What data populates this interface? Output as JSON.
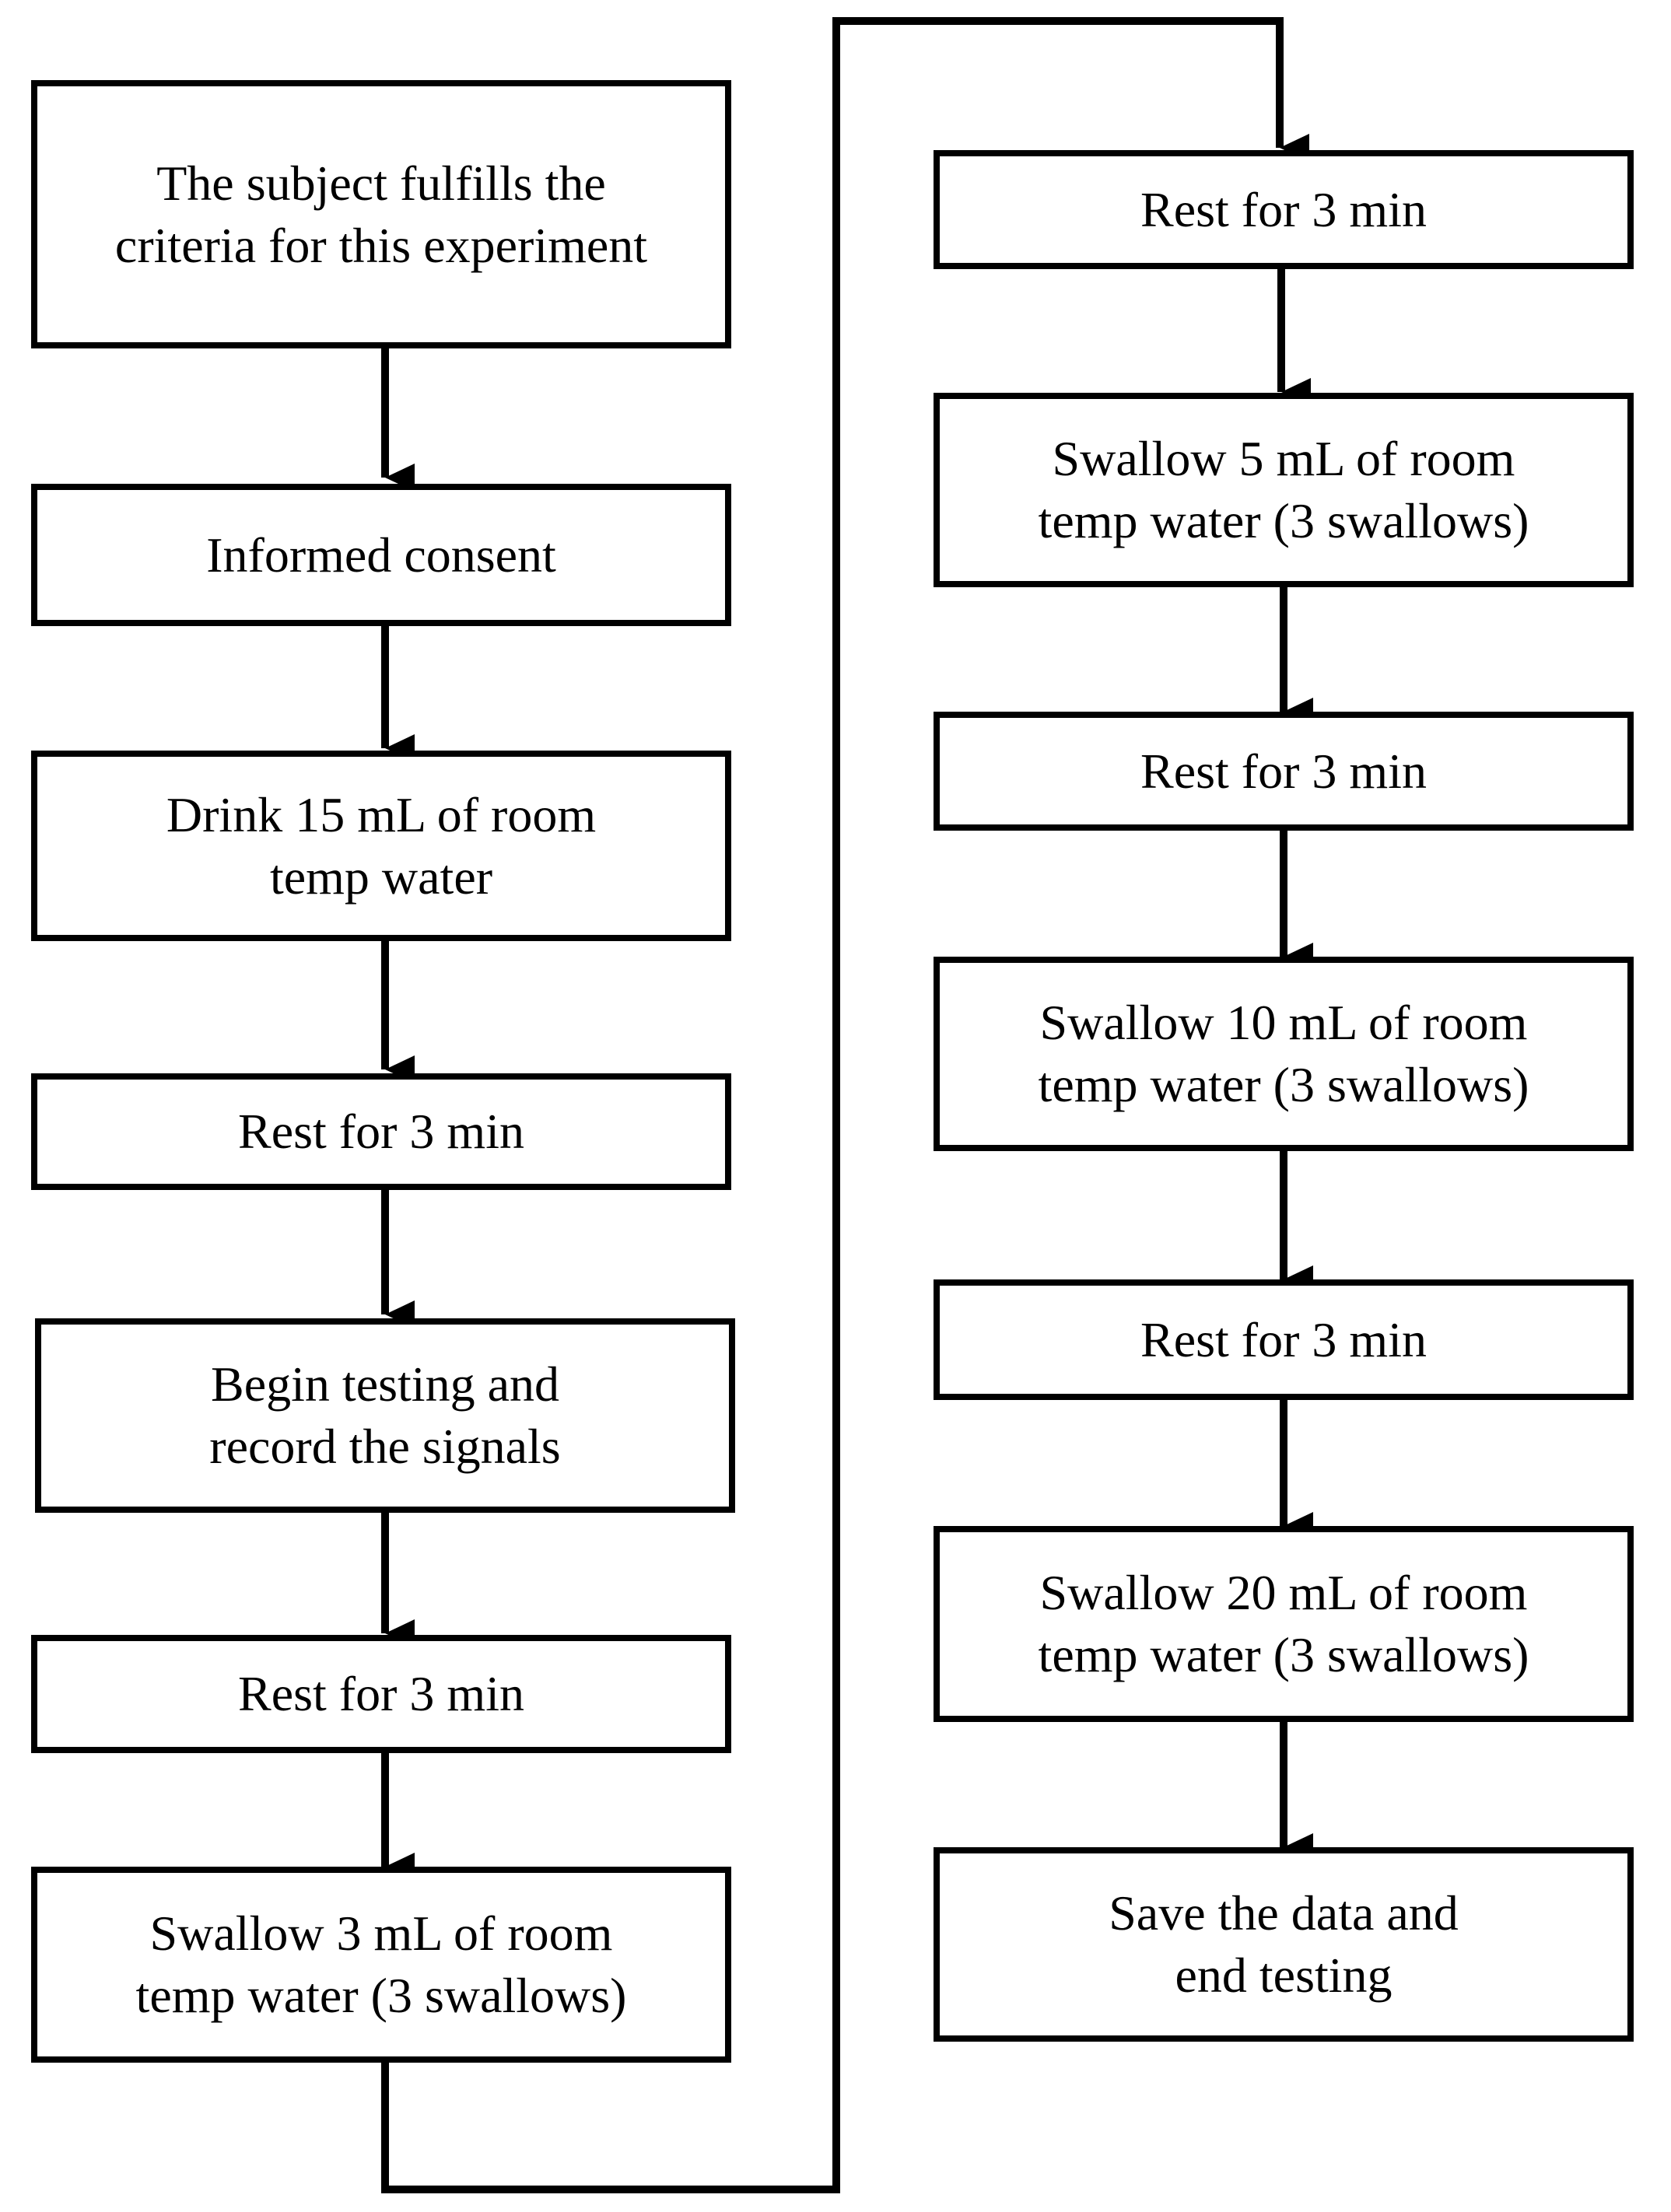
{
  "colors": {
    "stroke": "#000000",
    "box_fill": "#ffffff",
    "text": "#000000",
    "background": "#ffffff"
  },
  "left_column": [
    {
      "lines": [
        "The subject fulfills the",
        "criteria for this experiment"
      ]
    },
    {
      "lines": [
        "Informed consent"
      ]
    },
    {
      "lines": [
        "Drink 15 mL of room",
        "temp water"
      ]
    },
    {
      "lines": [
        "Rest for 3 min"
      ]
    },
    {
      "lines": [
        "Begin testing and",
        "record the signals"
      ]
    },
    {
      "lines": [
        "Rest for 3 min"
      ]
    },
    {
      "lines": [
        "Swallow 3 mL of room",
        "temp water (3 swallows)"
      ]
    }
  ],
  "right_column": [
    {
      "lines": [
        "Rest for 3 min"
      ]
    },
    {
      "lines": [
        "Swallow 5 mL of room",
        "temp water (3 swallows)"
      ]
    },
    {
      "lines": [
        "Rest for 3 min"
      ]
    },
    {
      "lines": [
        "Swallow 10 mL of room",
        "temp water (3 swallows)"
      ]
    },
    {
      "lines": [
        "Rest for 3 min"
      ]
    },
    {
      "lines": [
        "Swallow 20 mL of room",
        "temp water (3 swallows)"
      ]
    },
    {
      "lines": [
        "Save the data and",
        "end testing"
      ]
    }
  ]
}
